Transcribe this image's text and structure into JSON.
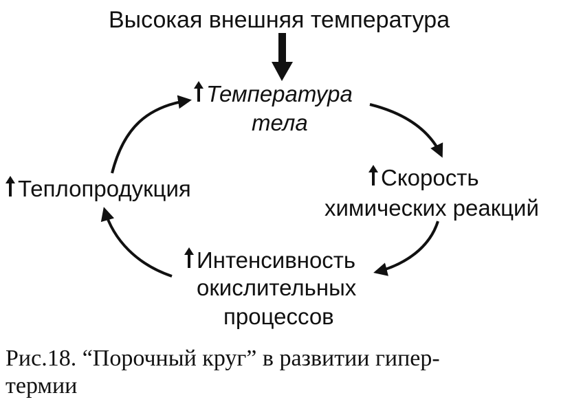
{
  "diagram": {
    "top_label": "Высокая внешняя температура",
    "body_temp_line1": "Температура",
    "body_temp_line2": "тела",
    "reaction_line1": "Скорость",
    "reaction_line2": "химических реакций",
    "oxidation_line1": "Интенсивность",
    "oxidation_line2": "окислительных",
    "oxidation_line3": "процессов",
    "heat_production": "Теплопродукция",
    "increase_marker": "up-arrow-icon"
  },
  "caption": {
    "line1": "Рис.18. “Порочный круг” в развитии гипер-",
    "line2": "термии"
  }
}
